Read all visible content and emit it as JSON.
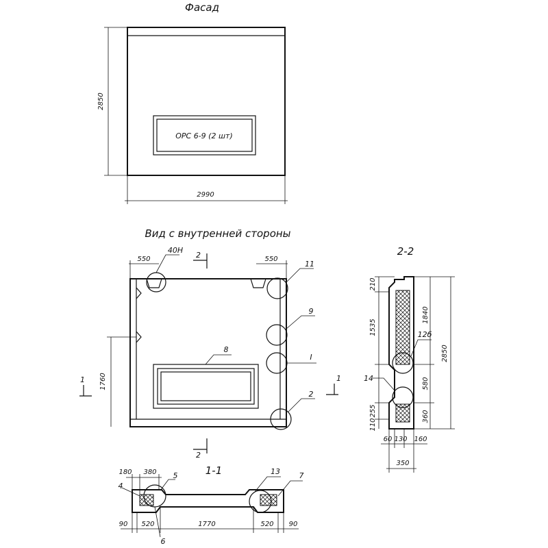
{
  "facade": {
    "title": "Фасад",
    "height": "2850",
    "width": "2990",
    "marking": "ОРС 6-9 (2 шт)"
  },
  "inner_view": {
    "title": "Вид с внутренней стороны",
    "dim_left_top": "550",
    "dim_right_top": "550",
    "dim_height": "1760",
    "label_anchor": "40Н",
    "label_11": "11",
    "label_9": "9",
    "label_node": "I",
    "label_2": "2",
    "label_8": "8",
    "section_2_top": "2",
    "section_2_bottom": "2",
    "section_1_left": "1",
    "section_1_right": "1"
  },
  "section_2_2": {
    "title": "2-2",
    "dims_left": [
      "210",
      "1535",
      "255",
      "110"
    ],
    "dims_right": [
      "1840",
      "580",
      "360"
    ],
    "overall": "2850",
    "bottom": [
      "60",
      "130",
      "160"
    ],
    "total": "350",
    "labels": [
      "12б",
      "14"
    ]
  },
  "section_1_1": {
    "title": "1-1",
    "top_dims": [
      "180",
      "380"
    ],
    "bottom_dims": [
      "90",
      "520",
      "1770",
      "520",
      "90"
    ],
    "labels": [
      "4",
      "5",
      "13",
      "7",
      "6"
    ]
  }
}
